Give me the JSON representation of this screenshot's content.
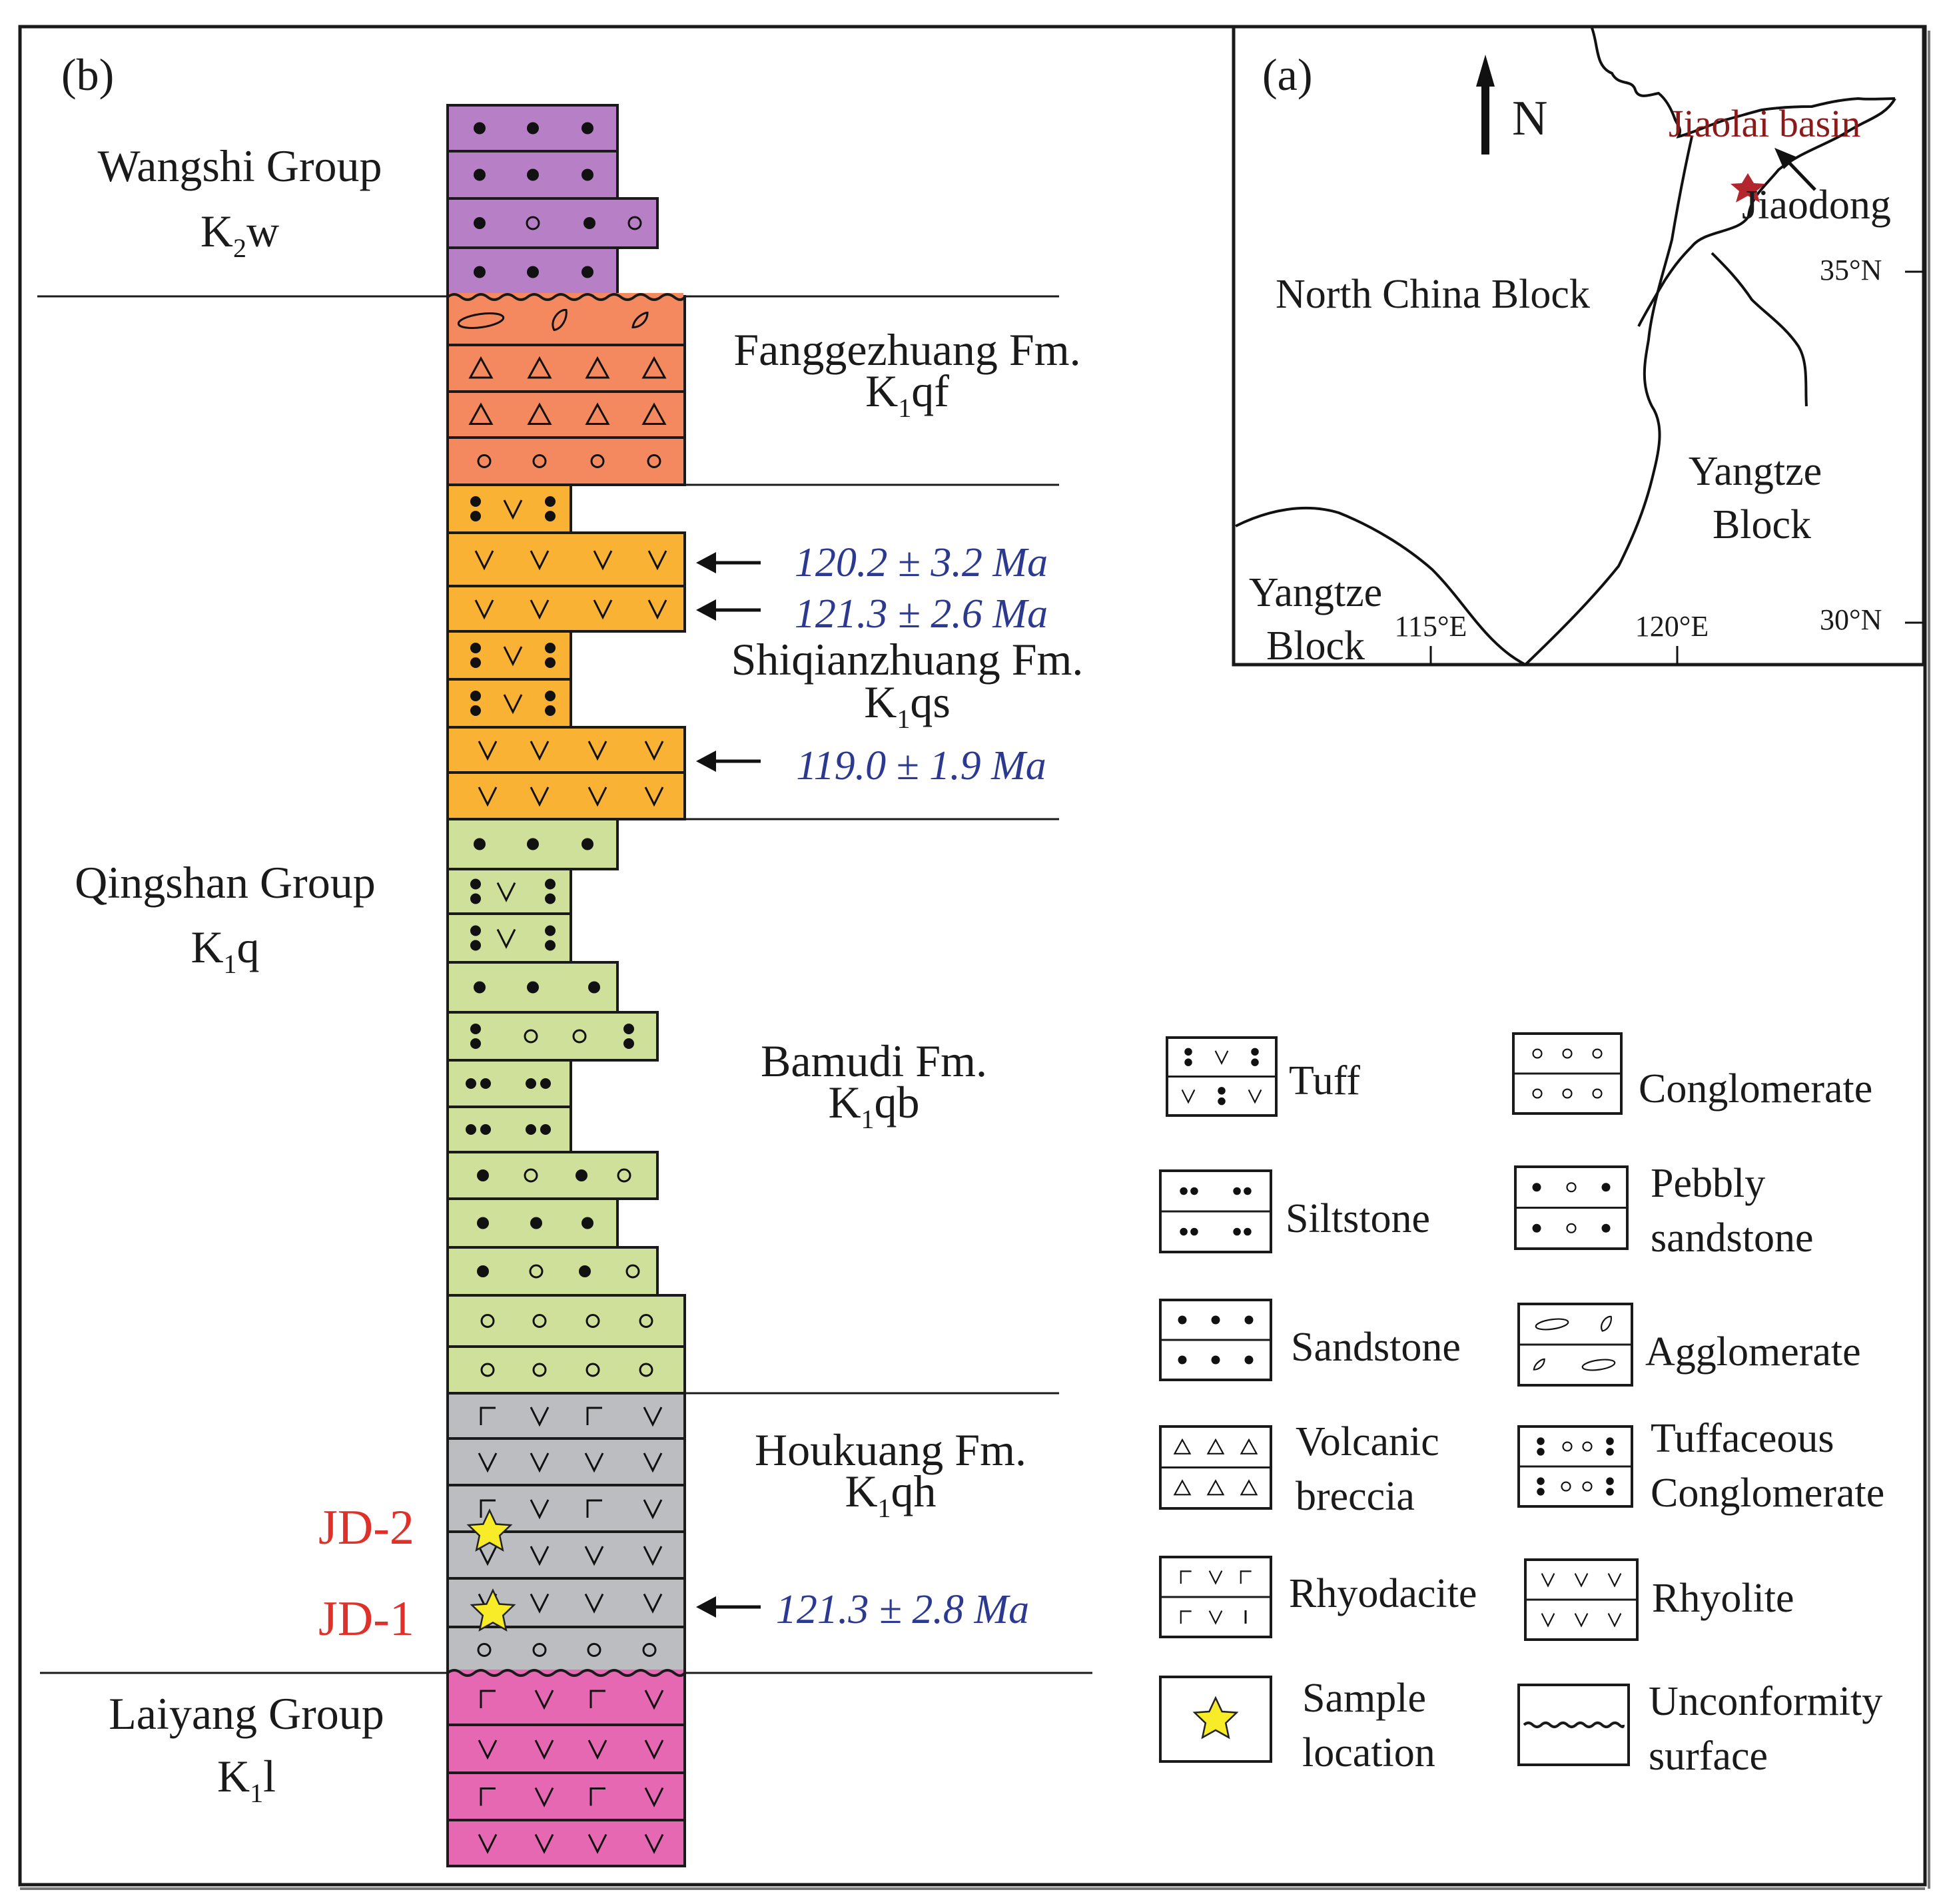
{
  "panel_labels": {
    "b": "(b)",
    "a": "(a)"
  },
  "groups": [
    {
      "name": "Wangshi Group",
      "code_main": "K",
      "code_sub": "2",
      "code_tail": "w"
    },
    {
      "name": "Qingshan Group",
      "code_main": "K",
      "code_sub": "1",
      "code_tail": "q"
    },
    {
      "name": "Laiyang Group",
      "code_main": "K",
      "code_sub": "1",
      "code_tail": "l"
    }
  ],
  "formations": [
    {
      "name": "Fanggezhuang Fm.",
      "code_main": "K",
      "code_sub": "1",
      "code_tail": "qf"
    },
    {
      "name": "Shiqianzhuang Fm.",
      "code_main": "K",
      "code_sub": "1",
      "code_tail": "qs"
    },
    {
      "name": "Bamudi Fm.",
      "code_main": "K",
      "code_sub": "1",
      "code_tail": "qb"
    },
    {
      "name": "Houkuang Fm.",
      "code_main": "K",
      "code_sub": "1",
      "code_tail": "qh"
    }
  ],
  "ages": [
    "120.2 ± 3.2 Ma",
    "121.3 ± 2.6 Ma",
    "119.0 ± 1.9 Ma",
    "121.3 ± 2.8 Ma"
  ],
  "samples": [
    "JD-2",
    "JD-1"
  ],
  "legend": [
    {
      "label": "Tuff",
      "pattern": "tuff"
    },
    {
      "label": "Conglomerate",
      "pattern": "conglomerate"
    },
    {
      "label": "Siltstone",
      "pattern": "siltstone"
    },
    {
      "label": "Pebbly",
      "label2": "sandstone",
      "pattern": "pebbly"
    },
    {
      "label": "Sandstone",
      "pattern": "sandstone"
    },
    {
      "label": "Agglomerate",
      "pattern": "agglomerate"
    },
    {
      "label": "Volcanic",
      "label2": "breccia",
      "pattern": "breccia"
    },
    {
      "label": "Tuffaceous",
      "label2": "Conglomerate",
      "pattern": "tuffcong"
    },
    {
      "label": "Rhyodacite",
      "pattern": "rhyodacite"
    },
    {
      "label": "Rhyolite",
      "pattern": "rhyolite"
    },
    {
      "label": "Sample",
      "label2": "location",
      "pattern": "star"
    },
    {
      "label": "Unconformity",
      "label2": "surface",
      "pattern": "unconformity"
    }
  ],
  "map": {
    "north": "N",
    "basin": "Jiaolai basin",
    "jiaodong": "Jiaodong",
    "ncb": "North China Block",
    "yangtze_east_1": "Yangtze",
    "yangtze_east_2": "Block",
    "yangtze_west_1": "Yangtze",
    "yangtze_west_2": "Block",
    "lon_115": "115°E",
    "lon_120": "120°E",
    "lat_35": "35°N",
    "lat_30": "30°N"
  },
  "colors": {
    "wangshi": "#b77fc6",
    "fanggezhuang": "#f4895f",
    "shiqianzhuang": "#f9b233",
    "bamudi": "#cfe09b",
    "houkuang": "#bcbdc0",
    "laiyang": "#e668b3",
    "age_text": "#2b3990",
    "sample_text": "#e0302a",
    "star_fill": "#f7ec27",
    "basin_text": "#8b1a1a"
  }
}
